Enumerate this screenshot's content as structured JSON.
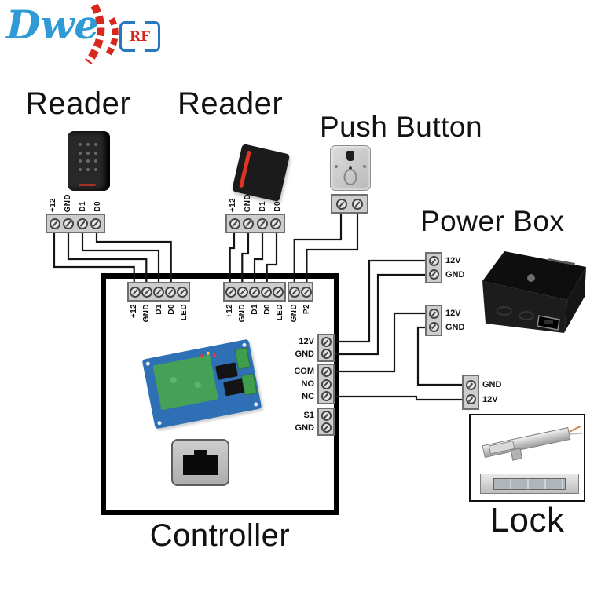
{
  "logo": {
    "brand": "Dwe",
    "badge": "RF"
  },
  "labels": {
    "reader1": "Reader",
    "reader2": "Reader",
    "push_button": "Push Button",
    "power_box": "Power Box",
    "controller": "Controller",
    "lock": "Lock"
  },
  "terminal_blocks": {
    "reader1": {
      "labels": [
        "+12",
        "GND",
        "D1",
        "D0"
      ]
    },
    "reader2": {
      "labels": [
        "+12",
        "GND",
        "D1",
        "D0"
      ]
    },
    "controller_reader1": {
      "labels": [
        "+12",
        "GND",
        "D1",
        "D0",
        "LED"
      ]
    },
    "controller_reader2": {
      "labels": [
        "+12",
        "GND",
        "D1",
        "D0",
        "LED"
      ]
    },
    "controller_exit": {
      "labels": [
        "GND",
        "P2"
      ]
    },
    "controller_power": {
      "labels": [
        "12V",
        "GND"
      ]
    },
    "controller_relay": {
      "labels": [
        "COM",
        "NO",
        "NC"
      ]
    },
    "controller_sensor": {
      "labels": [
        "S1",
        "GND"
      ]
    },
    "power_out1": {
      "labels": [
        "12V",
        "GND"
      ]
    },
    "power_out2": {
      "labels": [
        "12V",
        "GND"
      ]
    },
    "lock": {
      "labels": [
        "GND",
        "12V"
      ]
    }
  },
  "connections": [
    "Reader1 +12/GND/D1/D0 -> Controller reader port 1",
    "Reader2 +12/GND/D1/D0 -> Controller reader port 2",
    "Push Button -> Controller GND/P2",
    "Controller 12V/GND -> Power Box 12V/GND",
    "Controller COM -> Power Box 12V",
    "Power Box GND -> Lock GND",
    "Controller NC -> Lock 12V"
  ],
  "colors": {
    "logo_blue": "#2f9ad6",
    "logo_red": "#d6281e",
    "wire": "#141414",
    "terminal_bg": "#cdcdcd"
  }
}
